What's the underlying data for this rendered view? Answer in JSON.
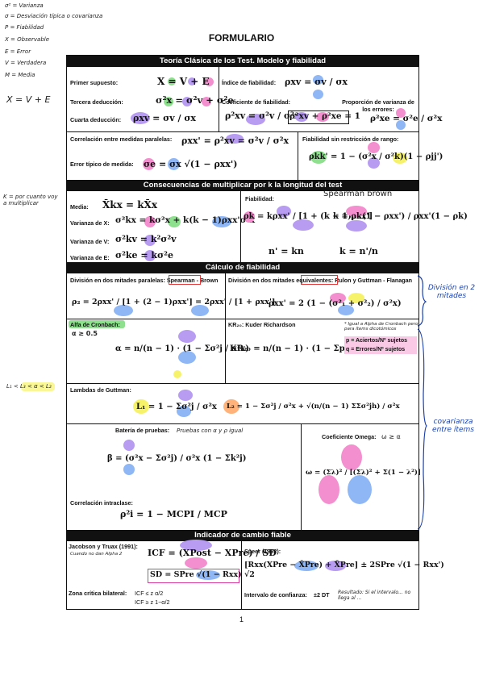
{
  "title": "FORMULARIO",
  "page_number": "1",
  "legend": [
    "σ² = Varianza",
    "σ = Desviación típica o covarianza",
    "P = Fiabilidad",
    "X = Observable",
    "E = Error",
    "V = Verdadera",
    "M = Media"
  ],
  "legend_equation": "X = V + E",
  "margin_notes": {
    "k_note": "K = por cuanto voy a multiplicar",
    "lambda_order": "L₁ < L₃ < α < L₂",
    "division_mitades": "División en 2 mitades",
    "covarianza_items": "covarianza entre ítems"
  },
  "sections": {
    "s1": "Teoría Clásica de los Test. Modelo y fiabilidad",
    "s2": "Consecuencias de multiplicar por k la longitud del test",
    "s3": "Cálculo de fiabilidad",
    "s4": "Indicador de cambio fiable"
  },
  "s1": {
    "primer": "Primer supuesto:",
    "primer_f": "X = V + E",
    "tercera": "Tercera deducción:",
    "tercera_f": "σ²x = σ²v + σ²e",
    "cuarta": "Cuarta deducción:",
    "cuarta_f": "ρxv = σv / σx",
    "indice": "Índice de fiabilidad:",
    "indice_f": "ρxv = σv / σx",
    "coef": "Coeficiente de fiabilidad:",
    "coef_f": "ρ²xv = σ²v / σ²x",
    "coef_f2": "ρ²xv + ρ²xe = 1",
    "prop": "Proporción de varianza de los errores:",
    "prop_f": "ρ²xe = σ²e / σ²x",
    "corr": "Correlación entre medidas paralelas:",
    "corr_f": "ρxx' = ρ²xv = σ²v / σ²x",
    "error": "Error típico de medida:",
    "error_f": "σe = σx √(1 − ρxx')",
    "sin": "Fiabilidad sin restricción de rango:",
    "sin_f": "ρkk' = 1 − (σ²x / σ²k)(1 − ρjj')"
  },
  "s2": {
    "media": "Media:",
    "media_f": "X̄kx = kX̄x",
    "varx": "Varianza de X:",
    "varx_f": "σ²kx = kσ²x + k(k − 1)ρxx'σ²x",
    "varv": "Varianza de V:",
    "varv_f": "σ²kv = k²σ²v",
    "vare": "Varianza de E:",
    "vare_f": "σ²ke = kσ²e",
    "fiab": "Fiabilidad:",
    "sb": "Spearman brown",
    "fiab_f": "ρk = kρxx' / [1 + (k − 1)ρxx']",
    "k_f": "k = ρk(1 − ρxx') / ρxx'(1 − ρk)",
    "n_f": "n' = kn",
    "k2_f": "k = n'/n"
  },
  "s3": {
    "par": "División en dos mitades paralelas: Spearman - Brown",
    "par_f": "ρ₂ = 2ρxx' / [1 + (2 − 1)ρxx'] = 2ρxx' / [1 + ρxx']",
    "eq": "División en dos mitades equivalentes: Rulon y Guttman - Flanagan",
    "eq_f": "ρxx' = 2 (1 − (σ²₁ + σ²₂) / σ²x)",
    "alfa": "Alfa de Cronbach:",
    "alfa_note": "α ≥ 0.5",
    "alfa_f": "α = n/(n − 1) · (1 − Σσ²j / σ²x)",
    "kr": "KR₂₀: Kuder Richardson",
    "kr_f": "KR₂₀ = n/(n − 1) · (1 − Σpjqj / σ²x)",
    "p_def": "p = Aciertos/Nº sujetos",
    "q_def": "q = Errores/Nº sujetos",
    "star": "* Igual a Alpha de Cronbach pero para ítems dicotómicos",
    "lamb": "Lambdas de Guttman:",
    "l1_f": "L₁ = 1 − Σσ²j / σ²x",
    "l2_f": "L₂ = 1 − Σσ²j / σ²x + √(n/(n − 1) ΣΣσ²jh) / σ²x",
    "bat": "Batería de pruebas:",
    "bat_note": "Pruebas con α y ρ igual",
    "beta_f": "β = (σ²x − Σσ²j) / σ²x (1 − Σk²j)",
    "omega": "Coeficiente Omega:",
    "omega_note": "ω ≥ α",
    "omega_f": "ω = (Σλ)² / [(Σλ)² + Σ(1 − λ²)]",
    "intra": "Correlación intraclase:",
    "intra_f": "ρ²i = 1 − MCPI / MCP"
  },
  "s4": {
    "jt": "Jacobson y Truax (1991):",
    "jt_note": "Cuando no dan Alpha 2",
    "icf_f": "ICF = (XPost − XPre) / SD",
    "sd_f": "SD = SPre √(1 − Rxx) √2",
    "zona": "Zona crítica bilateral:",
    "zona1": "ICF ≤ z α/2",
    "zona2": "ICF ≥ z 1−α/2",
    "speer": "Speer (1992):",
    "speer_f": "[Rxx(XPre − X̄Pre) + X̄Pre] ± 2SPre √(1 − Rxx')",
    "int": "Intervalo de confianza:",
    "int_v": "±2 DT",
    "result": "Resultado: Si el intervalo... no llega al ..."
  },
  "colors": {
    "pink": "#f48fcf",
    "purple": "#b79cf2",
    "blue": "#8fb7f5",
    "green": "#8ee08e",
    "yellow": "#f6f36a",
    "orange": "#ffb27a",
    "red": "#e23a3a"
  }
}
